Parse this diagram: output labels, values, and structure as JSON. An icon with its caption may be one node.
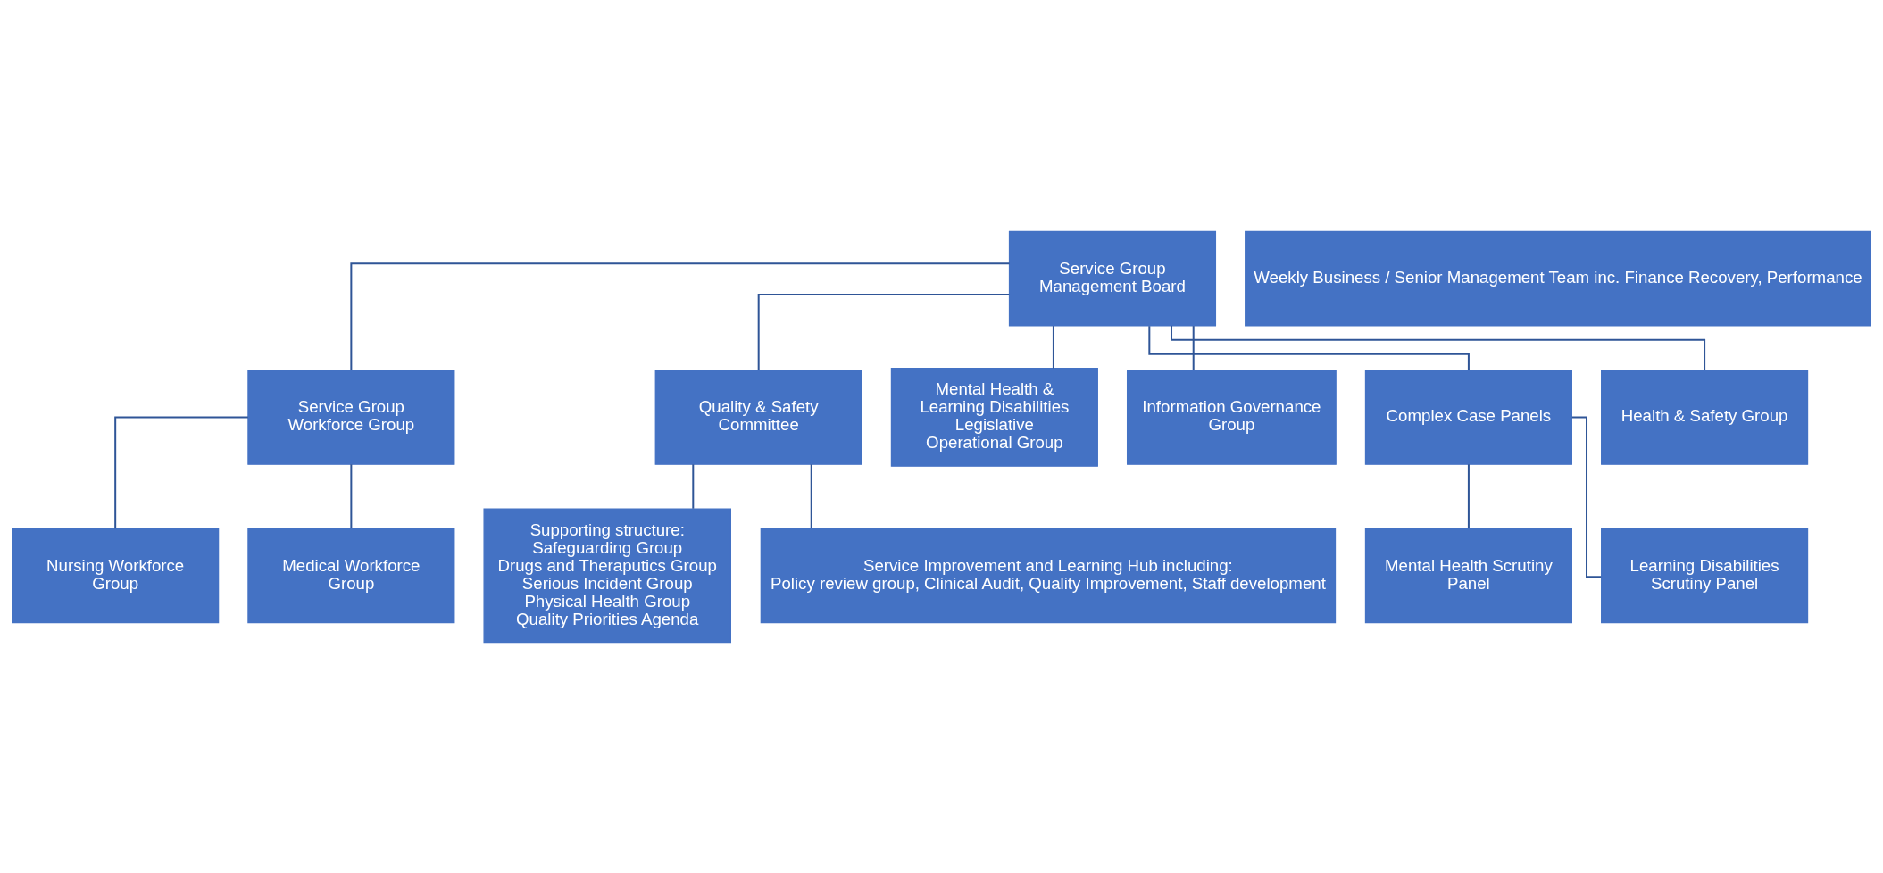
{
  "diagram": {
    "nodes": [
      {
        "text": [
          "Service Group Management Board"
        ]
      },
      {
        "text": [
          "Weekly Business / Senior Management Team inc. Finance Recovery, Performance"
        ]
      },
      {
        "text": [
          "Service Group Workforce Group"
        ]
      },
      {
        "text": [
          "Quality & Safety Committee"
        ]
      },
      {
        "text": [
          "Mental Health & Learning Disabilities Legislative Operational Group"
        ]
      },
      {
        "text": [
          "Information Governance Group"
        ]
      },
      {
        "text": [
          "Complex Case Panels"
        ]
      },
      {
        "text": [
          "Health & Safety Group"
        ]
      },
      {
        "text": [
          "Nursing Workforce Group"
        ]
      },
      {
        "text": [
          "Medical Workforce Group"
        ]
      },
      {
        "text": [
          "Supporting structure:",
          "Safeguarding Group",
          "Drugs and Theraputics Group",
          "Serious Incident Group",
          "Physical Health Group",
          "Quality Priorities Agenda"
        ]
      },
      {
        "text": [
          "Service Improvement and Learning Hub including:",
          "Policy review group, Clinical Audit, Quality Improvement, Staff development"
        ]
      },
      {
        "text": [
          "Mental Health Scrutiny Panel"
        ]
      },
      {
        "text": [
          "Learning Disabilities Scrutiny Panel"
        ]
      }
    ],
    "edges": [
      {
        "from": 0,
        "to": 2,
        "arrow": "none"
      },
      {
        "from": 0,
        "to": 3,
        "arrow": "none"
      },
      {
        "from": 0,
        "to": 4,
        "arrow": "none"
      },
      {
        "from": 0,
        "to": 5,
        "arrow": "none"
      },
      {
        "from": 0,
        "to": 6,
        "arrow": "none"
      },
      {
        "from": 0,
        "to": 7,
        "arrow": "none"
      },
      {
        "from": 2,
        "to": 8,
        "arrow": "none"
      },
      {
        "from": 2,
        "to": 9,
        "arrow": "none"
      },
      {
        "from": 3,
        "to": 10,
        "arrow": "none"
      },
      {
        "from": 3,
        "to": 11,
        "arrow": "none"
      },
      {
        "from": 6,
        "to": 12,
        "arrow": "none"
      },
      {
        "from": 6,
        "to": 13,
        "arrow": "none"
      }
    ]
  }
}
